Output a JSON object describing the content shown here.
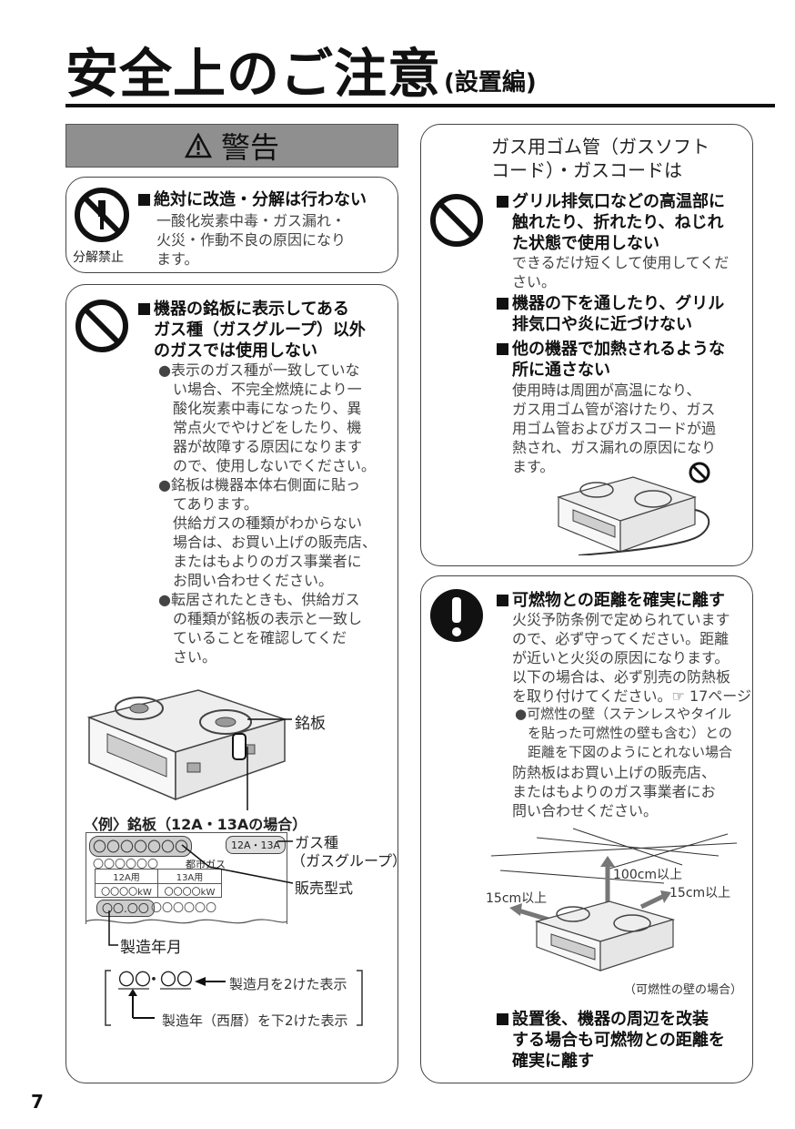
{
  "title": "安全上のご注意",
  "subtitle": "(設置編)",
  "warning_label": "警告",
  "left_box1": {
    "icon_label": "分解禁止",
    "heading": "絶対に改造・分解は行わない",
    "text": [
      "一酸化炭素中毒・ガス漏れ・",
      "火災・作動不良の原因になり",
      "ます。"
    ]
  },
  "left_box2": {
    "heading": [
      "機器の銘板に表示してある",
      "ガス種（ガスグループ）以外",
      "のガスでは使用しない"
    ],
    "bullet1": [
      "表示のガス種が一致していな",
      "い場合、不完全燃焼により一",
      "酸化炭素中毒になったり、異",
      "常点火でやけどをしたり、機",
      "器が故障する原因になります",
      "ので、使用しないでください。"
    ],
    "bullet2": [
      "銘板は機器本体右側面に貼っ",
      "てあります。",
      "供給ガスの種類がわからない",
      "場合は、お買い上げの販売店、",
      "またはもよりのガス事業者に",
      "お問い合わせください。"
    ],
    "bullet3": [
      "転居されたときも、供給ガス",
      "の種類が銘板の表示と一致し",
      "ていることを確認してくだ",
      "さい。"
    ],
    "label_plate": "銘板",
    "example_title": "〈例〉銘板（12A・13Aの場合）",
    "plate_tag": "12A・13A",
    "plate_circles_top": "〇〇〇〇〇〇〇",
    "plate_circles_row2": "〇〇〇〇〇〇",
    "plate_city_gas": "都市ガス",
    "plate_col1": "12A用",
    "plate_col2": "13A用",
    "plate_kw1": "〇〇〇〇kW",
    "plate_kw2": "〇〇〇〇kW",
    "plate_date": "〇〇.〇〇",
    "plate_circles_row3": "〇〇〇〇〇〇",
    "callout_gas_type": "ガス種",
    "callout_gas_group": "（ガスグループ）",
    "callout_model": "販売型式",
    "callout_date": "製造年月",
    "date_month": "〇〇",
    "date_year": "〇〇",
    "date_dot": "・",
    "explain_month": "製造月を2けた表示",
    "explain_year": "製造年（西暦）を下2けた表示"
  },
  "right_box1": {
    "title": [
      "ガス用ゴム管（ガスソフト",
      "コード）・ガスコードは"
    ],
    "h1": [
      "グリル排気口などの高温部に",
      "触れたり、折れたり、ねじれ",
      "た状態で使用しない"
    ],
    "t1": [
      "できるだけ短くして使用してくだ",
      "さい。"
    ],
    "h2": [
      "機器の下を通したり、グリル",
      "排気口や炎に近づけない"
    ],
    "h3": [
      "他の機器で加熱されるような",
      "所に通さない"
    ],
    "t3": [
      "使用時は周囲が高温になり、",
      "ガス用ゴム管が溶けたり、ガス",
      "用ゴム管およびガスコードが過",
      "熱され、ガス漏れの原因になり",
      "ます。"
    ]
  },
  "right_box2": {
    "h1": "可燃物との距離を確実に離す",
    "t1": [
      "火災予防条例で定められています",
      "ので、必ず守ってください。距離",
      "が近いと火災の原因になります。",
      "以下の場合は、必ず別売の防熱板",
      "を取り付けてください。☞ 17ページ"
    ],
    "bullet": [
      "可燃性の壁（ステンレスやタイル",
      "を貼った可燃性の壁も含む）との",
      "距離を下図のようにとれない場合"
    ],
    "t2": [
      "防熱板はお買い上げの販売店、",
      "またはもよりのガス事業者にお",
      "問い合わせください。"
    ],
    "dist_top": "100cm以上",
    "dist_left": "15cm以上",
    "dist_right": "15cm以上",
    "caption": "（可燃性の壁の場合）",
    "h2": [
      "設置後、機器の周辺を改装",
      "する場合も可燃物との距離を",
      "確実に離す"
    ]
  },
  "page_number": "7"
}
